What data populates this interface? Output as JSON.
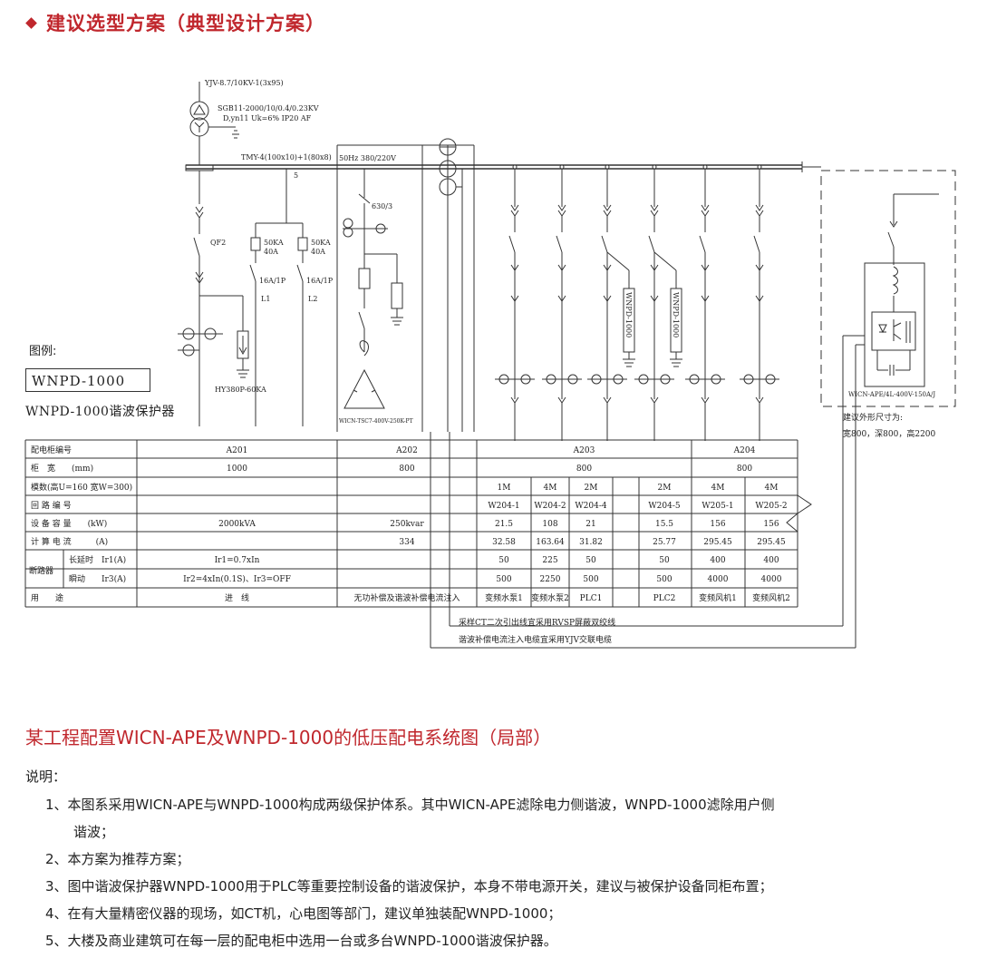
{
  "heading": "建议选型方案（典型设计方案）",
  "legend": {
    "title": "图例:",
    "box_label": "WNPD-1000",
    "description": "WNPD-1000谐波保护器"
  },
  "diagram_labels": {
    "cable": "YJV-8.7/10KV-1(3x95)",
    "transformer_1": "SGB11-2000/10/0.4/0.23KV",
    "transformer_2": "D,yn11 Uk=6% IP20  AF",
    "busbar": "TMY-4(100x10)+1(80x8)",
    "bus_voltage": "50Hz  380/220V",
    "bus_tap": "5",
    "breaker_main": "QF2",
    "spd_1": "50KA",
    "spd_1b": "40A",
    "spd_2": "50KA",
    "spd_2b": "40A",
    "mcb_1": "16A/1P",
    "mcb_2": "16A/1P",
    "l1": "L1",
    "l2": "L2",
    "arrester": "HY380P-60KA",
    "fuse": "630/3",
    "capacitor": "WICN-TSC7-400V-250K-PT",
    "wnpd_1": "WNPD-1000",
    "wnpd_2": "WNPD-1000",
    "ape_model": "WICN-APE/4L-400V-150A/J",
    "dimension_1": "建议外形尺寸为:",
    "dimension_2": "宽800，深800，高2200",
    "note_ct": "采样CT二次引出线宜采用RVSP屏蔽双绞线",
    "note_cable": "谐波补偿电流注入电缆宜采用YJV交联电缆"
  },
  "table": {
    "row_labels": [
      "配电柜编号",
      "柜　宽　　(mm)",
      "模数(高U=160 宽W=300)",
      "回 路 编 号",
      "设 备 容 量　　(kW)",
      "计 算 电 流　　　(A)",
      "长延时　Ir1(A)",
      "瞬动　　Ir3(A)",
      "用　　途"
    ],
    "breaker_label": "断路器",
    "cabinets": [
      "A201",
      "A202",
      "A203",
      "A204"
    ],
    "widths": [
      "1000",
      "800",
      "800",
      "800"
    ],
    "modules": [
      "1M",
      "4M",
      "2M",
      "2M",
      "4M",
      "4M"
    ],
    "circuits": [
      "W204-1",
      "W204-2",
      "W204-4",
      "W204-5",
      "W205-1",
      "W205-2"
    ],
    "capacity": {
      "a201": "2000kVA",
      "a202": "250kvar",
      "branches": [
        "21.5",
        "108",
        "21",
        "15.5",
        "156",
        "156"
      ]
    },
    "current": {
      "a202": "334",
      "branches": [
        "32.58",
        "163.64",
        "31.82",
        "25.77",
        "295.45",
        "295.45"
      ]
    },
    "ir1": {
      "a201": "Ir1=0.7xIn",
      "branches": [
        "50",
        "225",
        "50",
        "50",
        "400",
        "400"
      ]
    },
    "ir3": {
      "a201": "Ir2=4xIn(0.1S)、Ir3=OFF",
      "branches": [
        "500",
        "2250",
        "500",
        "500",
        "4000",
        "4000"
      ]
    },
    "usage": {
      "a201": "进　线",
      "a202": "无功补偿及谐波补偿电流注入",
      "branches": [
        "变频水泵1",
        "变频水泵2",
        "PLC1",
        "PLC2",
        "变频风机1",
        "变频风机2"
      ]
    }
  },
  "caption": "某工程配置WICN-APE及WNPD-1000的低压配电系统图（局部）",
  "notes_title": "说明：",
  "notes": [
    "1、本图系采用WICN-APE与WNPD-1000构成两级保护体系。其中WICN-APE滤除电力侧谐波，WNPD-1000滤除用户侧",
    "谐波；",
    "2、本方案为推荐方案；",
    "3、图中谐波保护器WNPD-1000用于PLC等重要控制设备的谐波保护，本身不带电源开关，建议与被保护设备同柜布置；",
    "4、在有大量精密仪器的现场，如CT机，心电图等部门，建议单独装配WNPD-1000；",
    "5、大楼及商业建筑可在每一层的配电柜中选用一台或多台WNPD-1000谐波保护器。"
  ],
  "colors": {
    "accent": "#c0272d",
    "line": "#333333"
  }
}
